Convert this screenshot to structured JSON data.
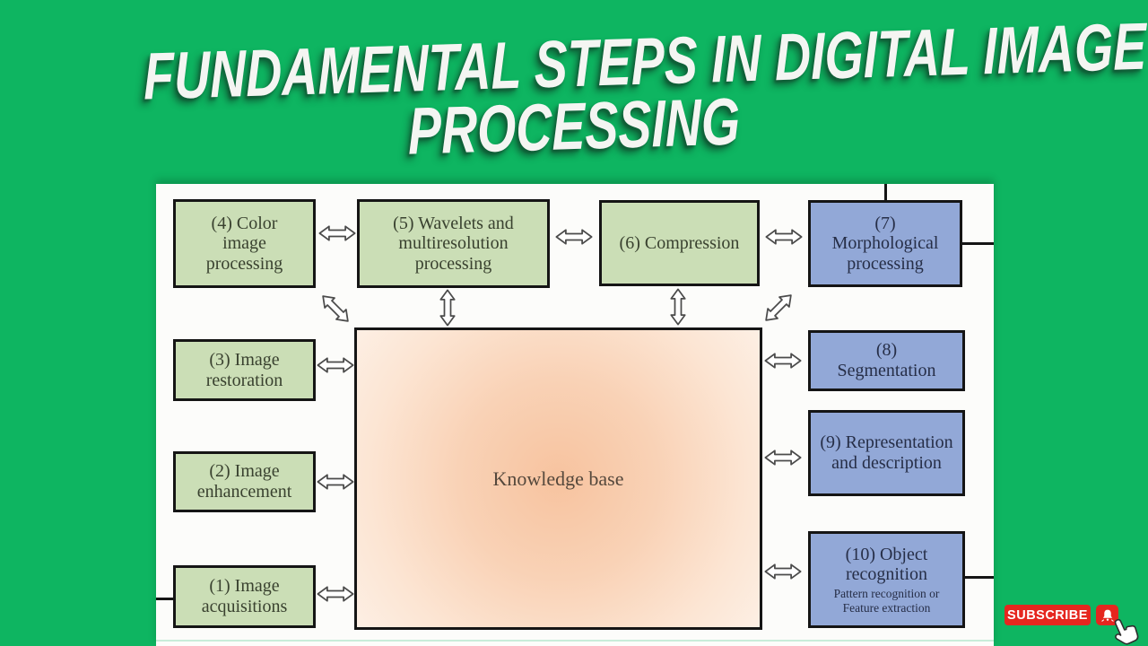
{
  "title": {
    "line1": "FUNDAMENTAL STEPS IN DIGITAL IMAGE",
    "line2": "PROCESSING"
  },
  "diagram": {
    "boxes": [
      {
        "label": "(4) Color image processing",
        "type": "green"
      },
      {
        "label": "(5) Wavelets and multiresolution processing",
        "type": "green"
      },
      {
        "label": "(6) Compression",
        "type": "green"
      },
      {
        "label": "(7) Morphological processing",
        "type": "blue"
      },
      {
        "label": "(3) Image restoration",
        "type": "green"
      },
      {
        "label": "(2) Image enhancement",
        "type": "green"
      },
      {
        "label": "(1) Image acquisitions",
        "type": "green"
      },
      {
        "label": "(8) Segmentation",
        "type": "blue"
      },
      {
        "label": "(9) Representation and description",
        "type": "blue"
      },
      {
        "label": "(10) Object recognition",
        "sublabel": "Pattern recognition or Feature extraction",
        "type": "blue"
      }
    ],
    "knowledge_base_label": "Knowledge base",
    "arrow_icon": "double-arrow-icon"
  },
  "cta": {
    "subscribe_label": "SUBSCRIBE",
    "bell_icon": "bell-icon",
    "cursor_icon": "hand-cursor-icon"
  },
  "colors": {
    "background_green": "#0eb561",
    "green_box": "#cbdeb6",
    "blue_box": "#92a8d7",
    "knowledge_center": "#f7c39f",
    "knowledge_edge": "#fdeedd",
    "box_border": "#151515",
    "subscribe_red": "#e5261f",
    "title_white": "#f4f5f2"
  }
}
